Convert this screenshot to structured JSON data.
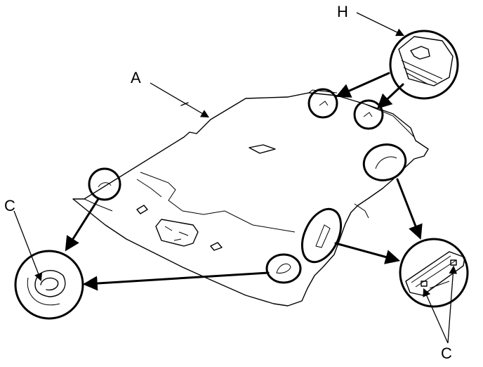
{
  "labels": {
    "headliner": "A",
    "clip": "H",
    "clip_left": "C",
    "clips_right": "C"
  }
}
